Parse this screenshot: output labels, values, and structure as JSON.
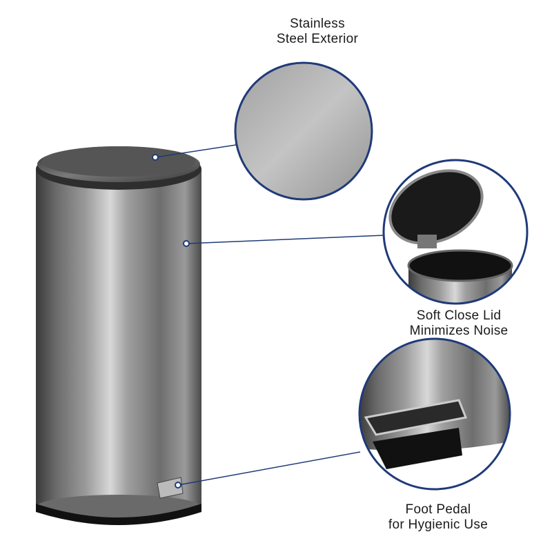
{
  "callouts": [
    {
      "line1": "Stainless",
      "line2": "Steel Exterior"
    },
    {
      "line1": "Soft Close Lid",
      "line2": "Minimizes Noise"
    },
    {
      "line1": "Foot Pedal",
      "line2": "for Hygienic Use"
    }
  ],
  "colors": {
    "accent": "#1f3a78",
    "steel": "#8a8a8a"
  }
}
